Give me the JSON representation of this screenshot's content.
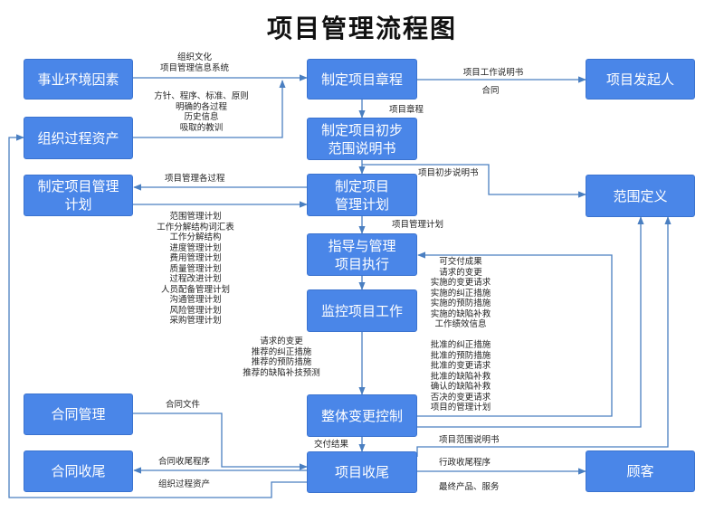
{
  "title": "项目管理流程图",
  "boxes": {
    "enterprise_env": "事业环境因素",
    "org_process_assets": "组织过程资产",
    "pm_plan_left": "制定项目管理\n计划",
    "contract_mgmt": "合同管理",
    "contract_closure": "合同收尾",
    "develop_charter": "制定项目章程",
    "prelim_scope": "制定项目初步\n范围说明书",
    "develop_pm_plan": "制定项目\n管理计划",
    "direct_manage": "指导与管理\n项目执行",
    "monitor_control": "监控项目工作",
    "integrated_change": "整体变更控制",
    "close_project": "项目收尾",
    "project_sponsor": "项目发起人",
    "scope_definition": "范围定义",
    "customer": "顾客"
  },
  "labels": {
    "env_to_charter": "组织文化\n项目管理信息系统",
    "assets_to_charter": "方针、程序、标准、原则\n明确的各过程\n历史信息\n吸取的教训",
    "charter_to_sponsor_top": "项目工作说明书",
    "charter_to_sponsor_bottom": "合同",
    "charter_output": "项目章程",
    "prelim_scope_output": "项目初步说明书",
    "pm_processes": "项目管理各过程",
    "pm_plan_output": "项目管理计划",
    "plan_components": "范围管理计划\n工作分解结构词汇表\n工作分解结构\n进度管理计划\n费用管理计划\n质量管理计划\n过程改进计划\n人员配备管理计划\n沟通管理计划\n风险管理计划\n采购管理计划",
    "execution_feedback": "可交付成果\n请求的变更\n实施的变更请求\n实施的纠正措施\n实施的预防措施\n实施的缺陷补救\n工作绩效信息",
    "monitor_outputs": "请求的变更\n推荐的纠正措施\n推荐的预防措施\n推荐的缺陷补技预测",
    "change_outputs": "批准的纠正措施\n批准的预防措施\n批准的变更请求\n批准的缺陷补救\n确认的缺陷补救\n否决的变更请求\n项目的管理计划",
    "contract_docs": "合同文件",
    "deliverables": "交付结果",
    "scope_statement": "项目范围说明书",
    "contract_closure_proc": "合同收尾程序",
    "admin_closure_proc": "行政收尾程序",
    "org_assets_out": "组织过程资产",
    "final_products": "最终产品、服务"
  },
  "colors": {
    "box_fill": "#4a86e8",
    "box_border": "#3b73cf",
    "line": "#4a7fc1",
    "text": "#222222"
  }
}
